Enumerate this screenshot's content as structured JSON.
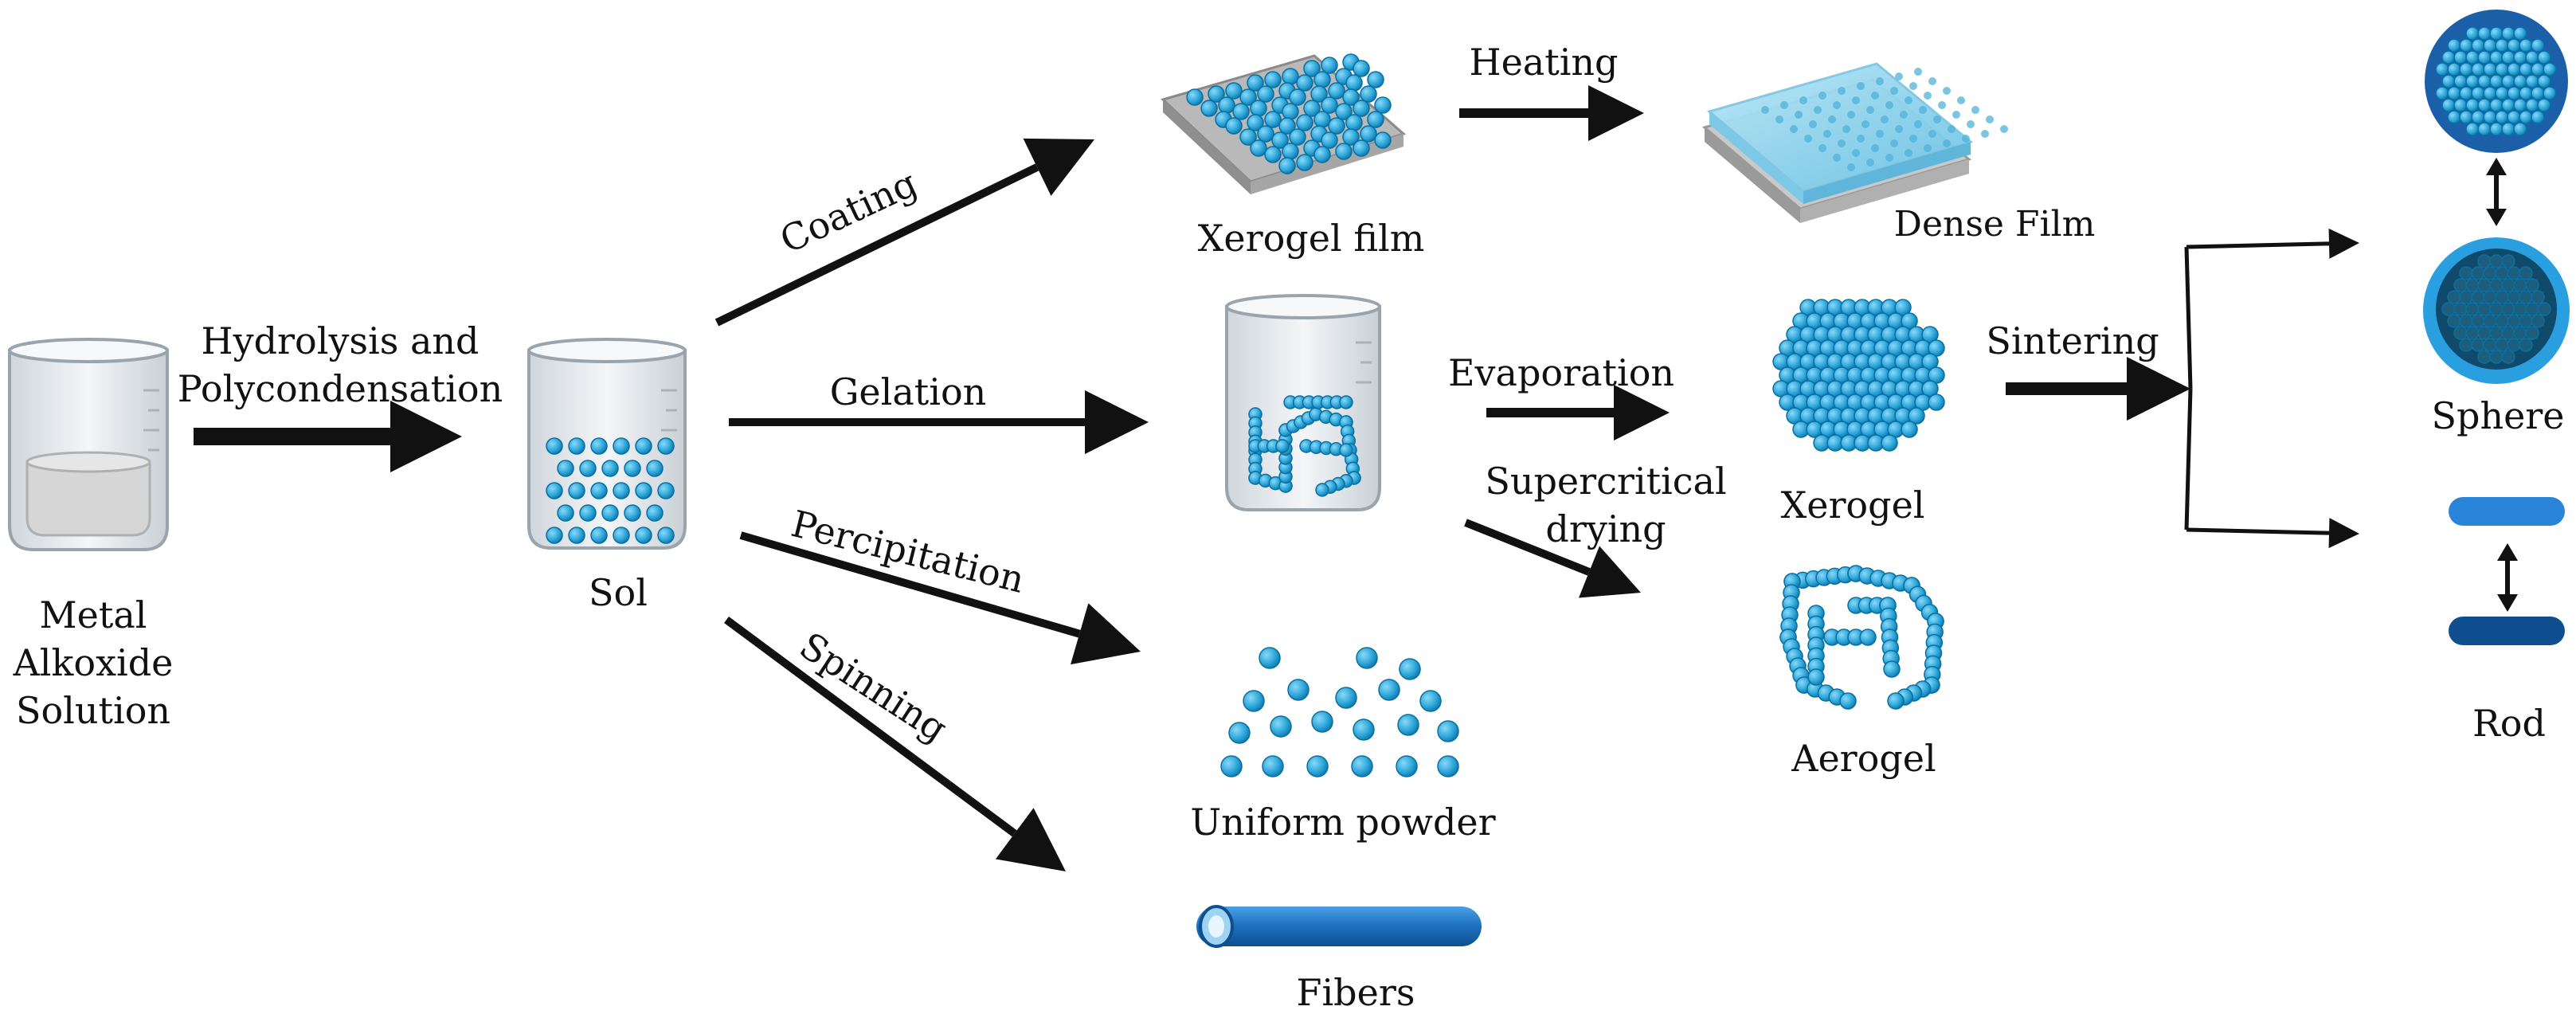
{
  "colors": {
    "particle": "#2fa8dc",
    "particle_edge": "#0b6fa0",
    "particle_dark": "#1f6f99",
    "rod": "#1c6fbf",
    "rod_dark": "#0f4f8f",
    "arrow": "#111111",
    "beaker": "#e4e8ec",
    "liquid": "#d9d9d9",
    "film": "#8fd4ec",
    "plate": "#cfcfcf"
  },
  "labels": {
    "metal": [
      "Metal",
      "Alkoxide",
      "Solution"
    ],
    "hydrolysis": [
      "Hydrolysis and",
      "Polycondensation"
    ],
    "sol": "Sol",
    "coating": "Coating",
    "gelation": "Gelation",
    "precipitation": "Percipitation",
    "spinning": "Spinning",
    "xerogel_film": "Xerogel film",
    "heating": "Heating",
    "dense_film": "Dense Film",
    "evaporation": "Evaporation",
    "supercritical": [
      "Supercritical",
      "drying"
    ],
    "xerogel": "Xerogel",
    "aerogel": "Aerogel",
    "sintering": "Sintering",
    "uniform_powder": "Uniform powder",
    "fibers": "Fibers",
    "sphere": "Sphere",
    "rod": "Rod"
  }
}
